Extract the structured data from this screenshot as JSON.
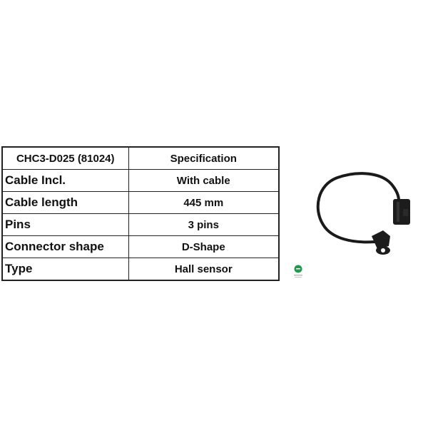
{
  "spec_table": {
    "header": {
      "label": "CHC3-D025 (81024)",
      "value": "Specification"
    },
    "rows": [
      {
        "label": "Cable Incl.",
        "value": "With cable"
      },
      {
        "label": "Cable length",
        "value": "445 mm"
      },
      {
        "label": "Pins",
        "value": "3 pins"
      },
      {
        "label": "Connector shape",
        "value": "D-Shape"
      },
      {
        "label": "Type",
        "value": "Hall sensor"
      }
    ]
  },
  "product_image": {
    "icon": "sensor-cable-image",
    "color": "#1a1a1a"
  },
  "brand_logo": {
    "icon": "brand-logo-icon",
    "color": "#1f9a4a"
  }
}
